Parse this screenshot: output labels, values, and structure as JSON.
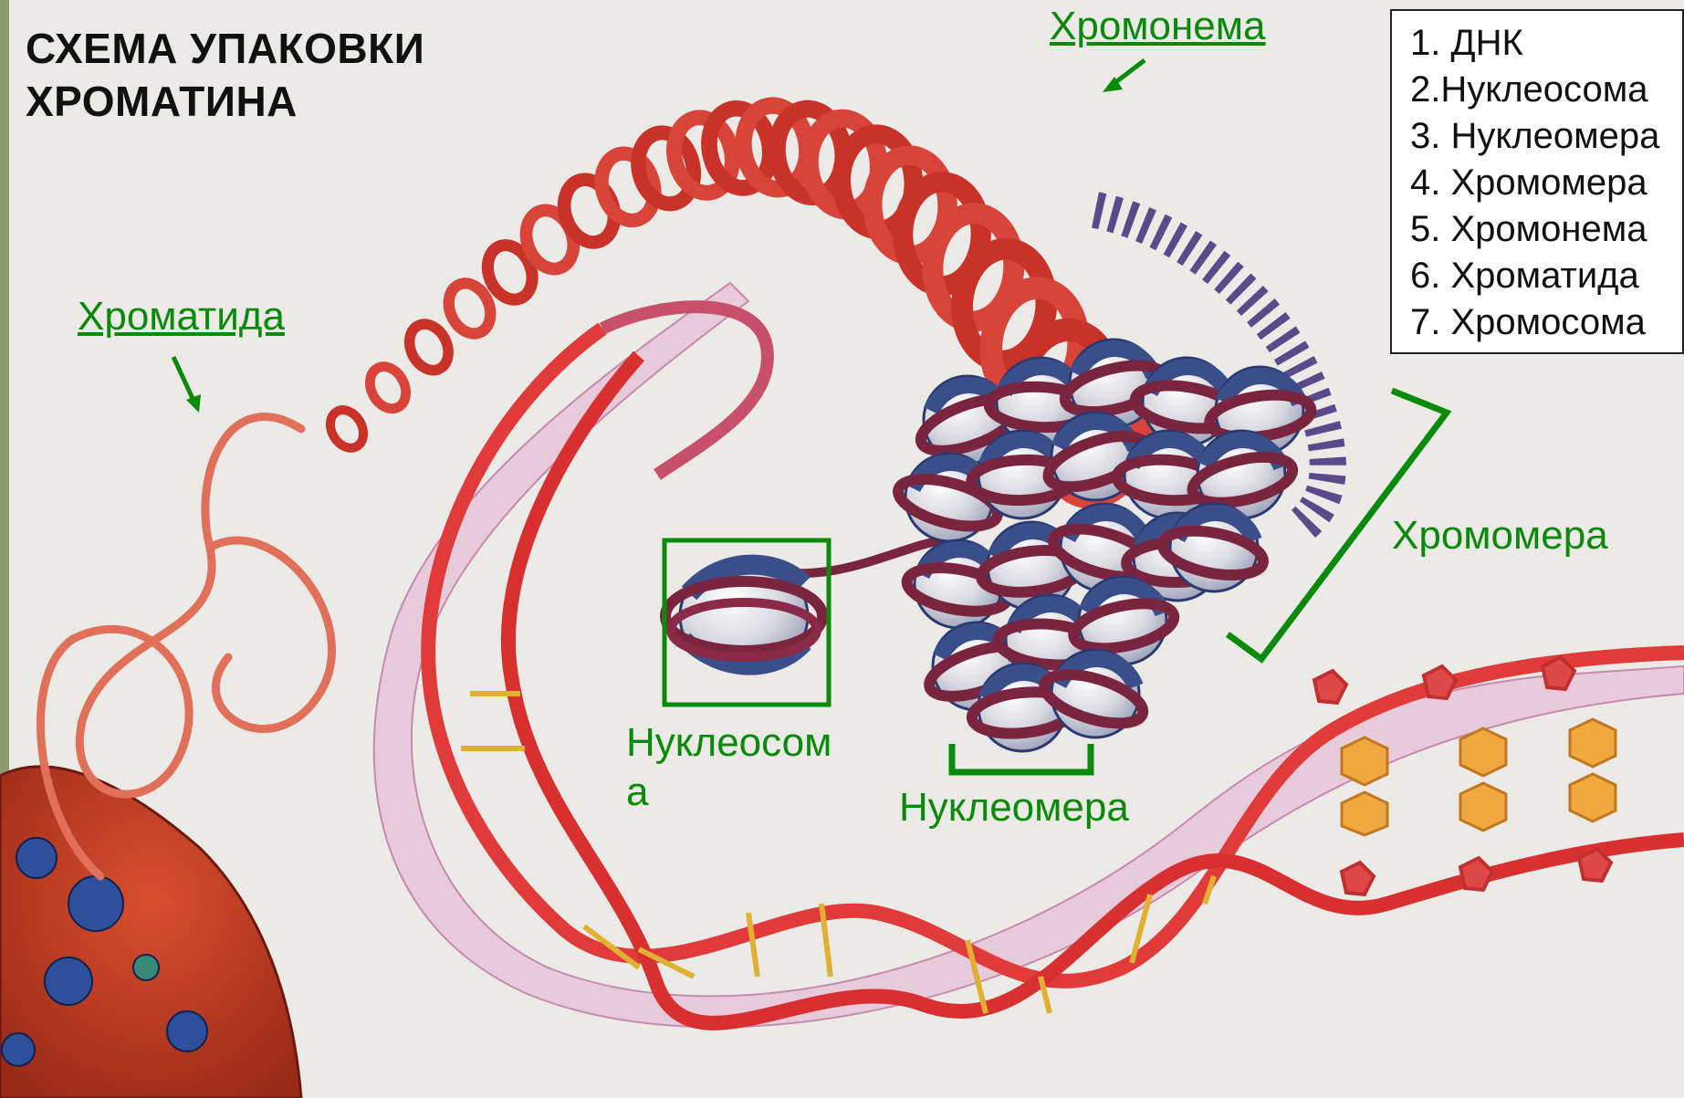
{
  "title": {
    "line1": "СХЕМА УПАКОВКИ",
    "line2": "ХРОМАТИНА"
  },
  "labels": {
    "chromonema": "Хромонема",
    "chromatid": "Хроматида",
    "chromomere": "Хромомера",
    "nucleosome_line1": "Нуклеосом",
    "nucleosome_line2": "а",
    "nucleomere": "Нуклеомера"
  },
  "legend": {
    "items": [
      "1. ДНК",
      "2.Нуклеосома",
      "3. Нуклеомера",
      "4. Хромомера",
      "5. Хромонема",
      "6. Хроматида",
      "7. Хромосома"
    ]
  },
  "colors": {
    "label_green": "#0a8a0a",
    "dna_red": "#e03a3a",
    "histone_blue": "#3a4f8a",
    "background": "#ebeae6"
  },
  "icons": [
    "arrow-icon",
    "bracket-icon",
    "highlight-box"
  ]
}
